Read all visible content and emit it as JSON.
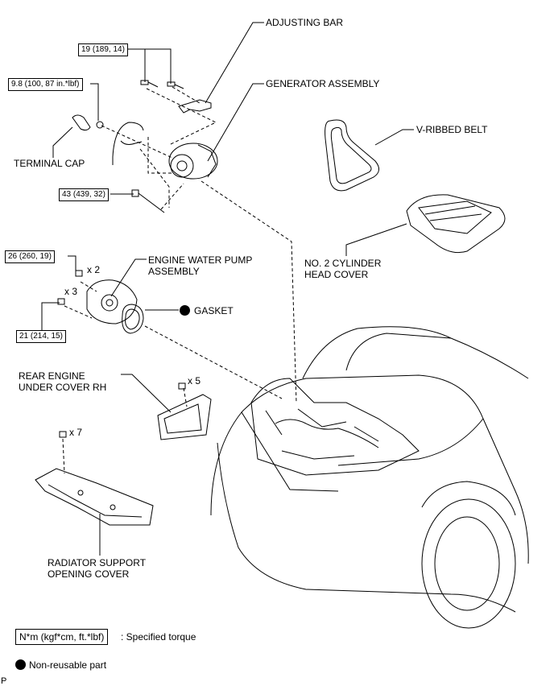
{
  "labels": {
    "adjusting_bar": "ADJUSTING BAR",
    "generator_assembly": "GENERATOR ASSEMBLY",
    "v_ribbed_belt": "V-RIBBED BELT",
    "terminal_cap": "TERMINAL CAP",
    "no2_cylinder_head_cover_1": "NO. 2 CYLINDER",
    "no2_cylinder_head_cover_2": "HEAD COVER",
    "engine_water_pump_1": "ENGINE WATER PUMP",
    "engine_water_pump_2": "ASSEMBLY",
    "gasket": "GASKET",
    "rear_engine_under_cover_1": "REAR ENGINE",
    "rear_engine_under_cover_2": "UNDER COVER RH",
    "radiator_support_1": "RADIATOR SUPPORT",
    "radiator_support_2": "OPENING COVER"
  },
  "torques": {
    "t19": "19 (189, 14)",
    "t98": "9.8 (100, 87 in.*lbf)",
    "t43": "43 (439, 32)",
    "t26": "26 (260, 19)",
    "t21": "21 (214, 15)"
  },
  "quantities": {
    "x2": "x 2",
    "x3": "x 3",
    "x5": "x 5",
    "x7": "x 7"
  },
  "legend": {
    "unit_box": "N*m (kgf*cm, ft.*lbf)",
    "specified_torque": ": Specified torque",
    "non_reusable": "Non-reusable part"
  },
  "corner_mark": "P"
}
